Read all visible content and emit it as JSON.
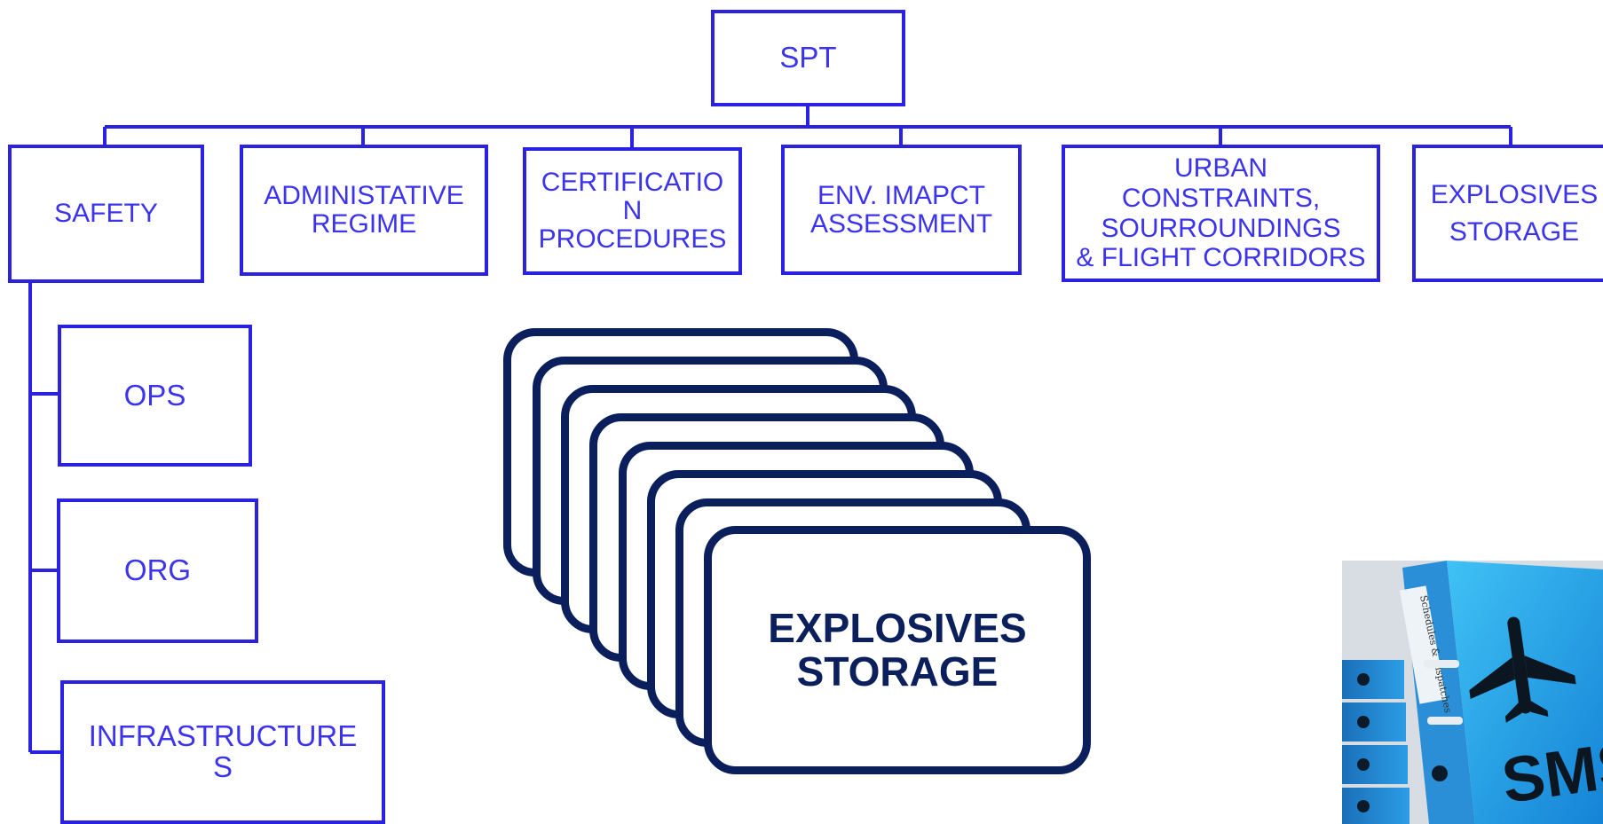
{
  "root": {
    "label": "SPT"
  },
  "categories": [
    {
      "label": "SAFETY"
    },
    {
      "label": "ADMINISTATIVE\nREGIME"
    },
    {
      "label": "CERTIFICATIO\nN\nPROCEDURES"
    },
    {
      "label": "ENV. IMAPCT\nASSESSMENT"
    },
    {
      "label": "URBAN\nCONSTRAINTS,\nSOURROUNDINGS\n& FLIGHT CORRIDORS"
    },
    {
      "label": "EXPLOSIVES\nSTORAGE"
    }
  ],
  "safety_children": [
    {
      "label": "OPS"
    },
    {
      "label": "ORG"
    },
    {
      "label": "INFRASTRUCTURE\nS"
    }
  ],
  "stack": {
    "label": "EXPLOSIVES\nSTORAGE",
    "card_count": 8
  },
  "sms_image": {
    "letters": "SMS",
    "spine_text": "Schedules & Dispatches"
  },
  "colors": {
    "box_border": "#2a22e0",
    "box_text": "#3b33ee",
    "stack_navy": "#0a1f5c",
    "binder_blue": "#1fa3e8"
  }
}
